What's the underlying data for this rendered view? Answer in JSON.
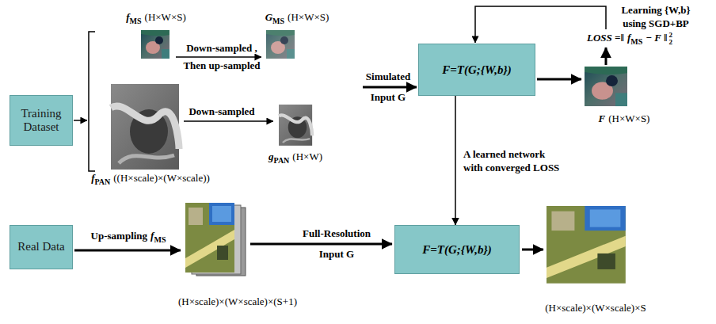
{
  "diagram": {
    "nodes": [
      {
        "text": [
          "Training Dataset"
        ]
      },
      {
        "text": [
          "F=T(G;{W,b})"
        ]
      },
      {
        "text": [
          "Real Data"
        ]
      },
      {
        "text": [
          "F=T(G;{W,b})"
        ]
      }
    ],
    "edges": [
      {
        "from": 1,
        "to": 3,
        "arrow": "to",
        "label": "A learned network with converged LOSS"
      }
    ],
    "labels": [
      "f",
      "MS",
      "(H×W×S)",
      "G",
      "MS",
      "(H×W×S)",
      "Down-sampled , Then up-sampled",
      "Down-sampled",
      "g",
      "PAN",
      "(H×W)",
      "f",
      "PAN",
      "((H×scale)×(W×scale))",
      "Simulated Input G",
      "Learning {W,b} using SGD+BP",
      "LOSS =‖",
      "f",
      "MS",
      "− F ‖",
      "2",
      "2",
      "F",
      "(H×W×S)",
      "Up-sampling",
      "f",
      "MS",
      "(H×scale)×(W×scale)×(S+1)",
      "Full-Resolution Input G",
      "(H×scale)×(W×scale)×S"
    ]
  }
}
